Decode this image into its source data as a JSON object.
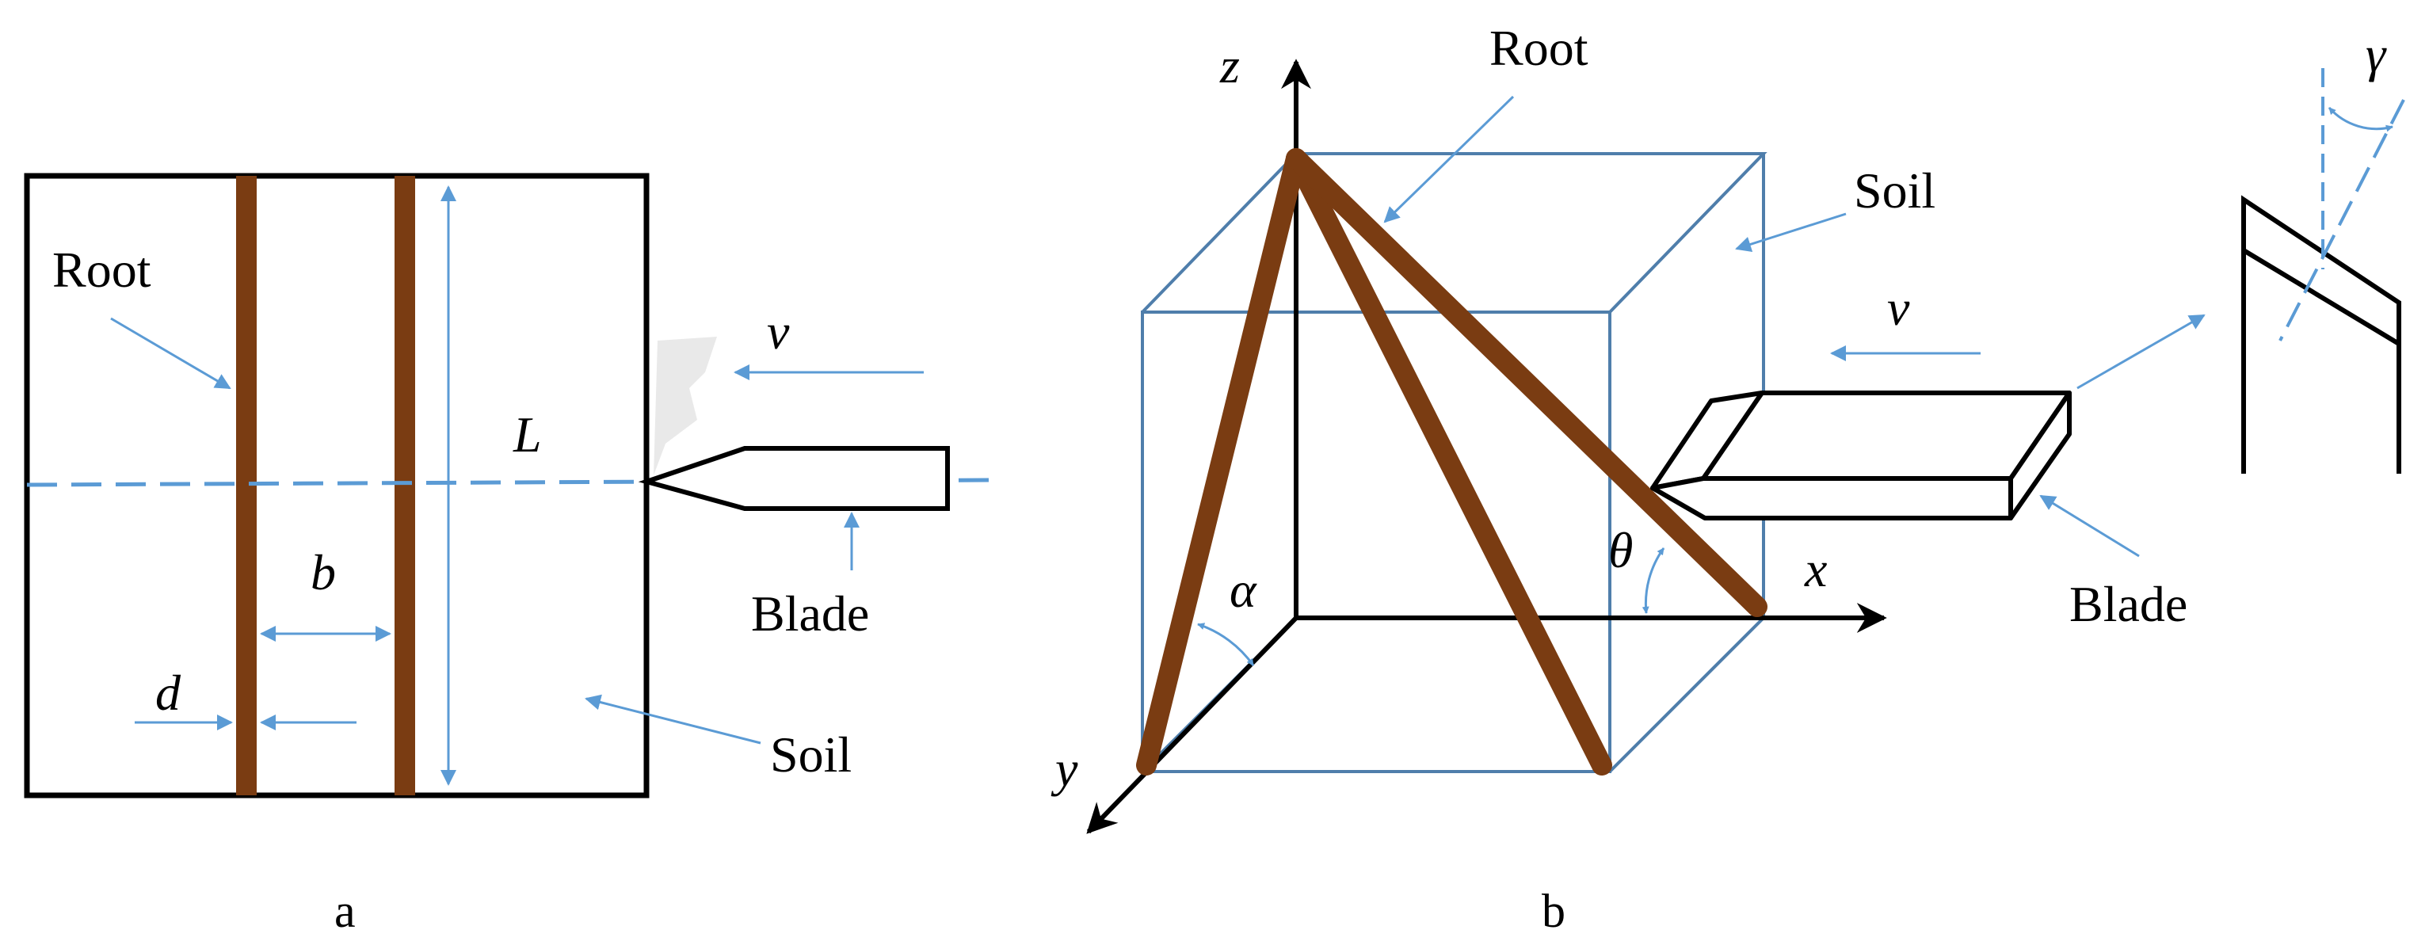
{
  "colors": {
    "root": "#7a3c12",
    "annotation": "#5b9bd5",
    "soil_box_b": "#4f7eab",
    "outline": "#000000",
    "background": "#ffffff"
  },
  "panel_a": {
    "caption": "a",
    "labels": {
      "root": "Root",
      "soil": "Soil",
      "blade": "Blade",
      "v": "v",
      "L": "L",
      "b": "b",
      "d": "d"
    }
  },
  "panel_b": {
    "caption": "b",
    "labels": {
      "root": "Root",
      "soil": "Soil",
      "blade": "Blade",
      "v": "v",
      "x": "x",
      "y": "y",
      "z": "z",
      "alpha": "α",
      "theta": "θ",
      "gamma": "γ"
    }
  }
}
